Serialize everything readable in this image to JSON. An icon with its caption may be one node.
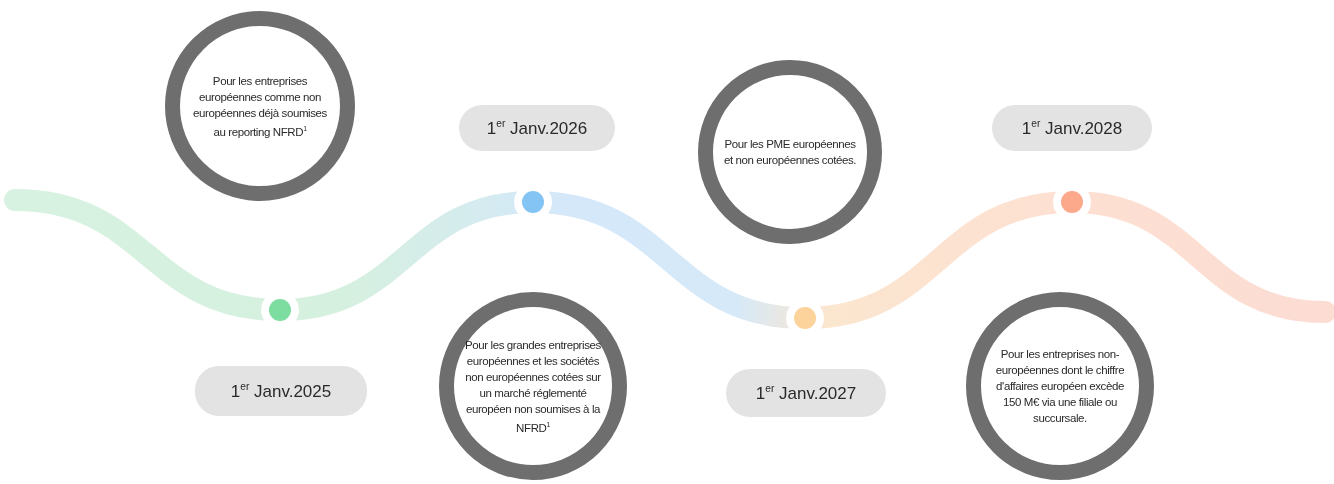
{
  "diagram": {
    "nodes": [
      {
        "text": [
          "Pour les entreprises européennes comme non européennes déjà soumises au reporting NFRD$^{1}$"
        ]
      },
      {
        "text": [
          "1$^{er}$ Janv.2025"
        ]
      },
      {
        "text": [
          "1$^{er}$ Janv.2026"
        ]
      },
      {
        "text": [
          "Pour les grandes entreprises européennes et les sociétés non européennes cotées sur un marché réglementé européen non soumises à la NFRD$^{1}$"
        ]
      },
      {
        "text": [
          "Pour les PME européennes et non européennes cotées."
        ]
      },
      {
        "text": [
          "1$^{er}$ Janv.2027"
        ]
      },
      {
        "text": [
          "1$^{er}$ Janv.2028"
        ]
      },
      {
        "text": [
          "Pour les entreprises non-européennes dont le chiffre d'affaires européen excède 150 M€ via une filiale ou succursale."
        ]
      }
    ]
  }
}
